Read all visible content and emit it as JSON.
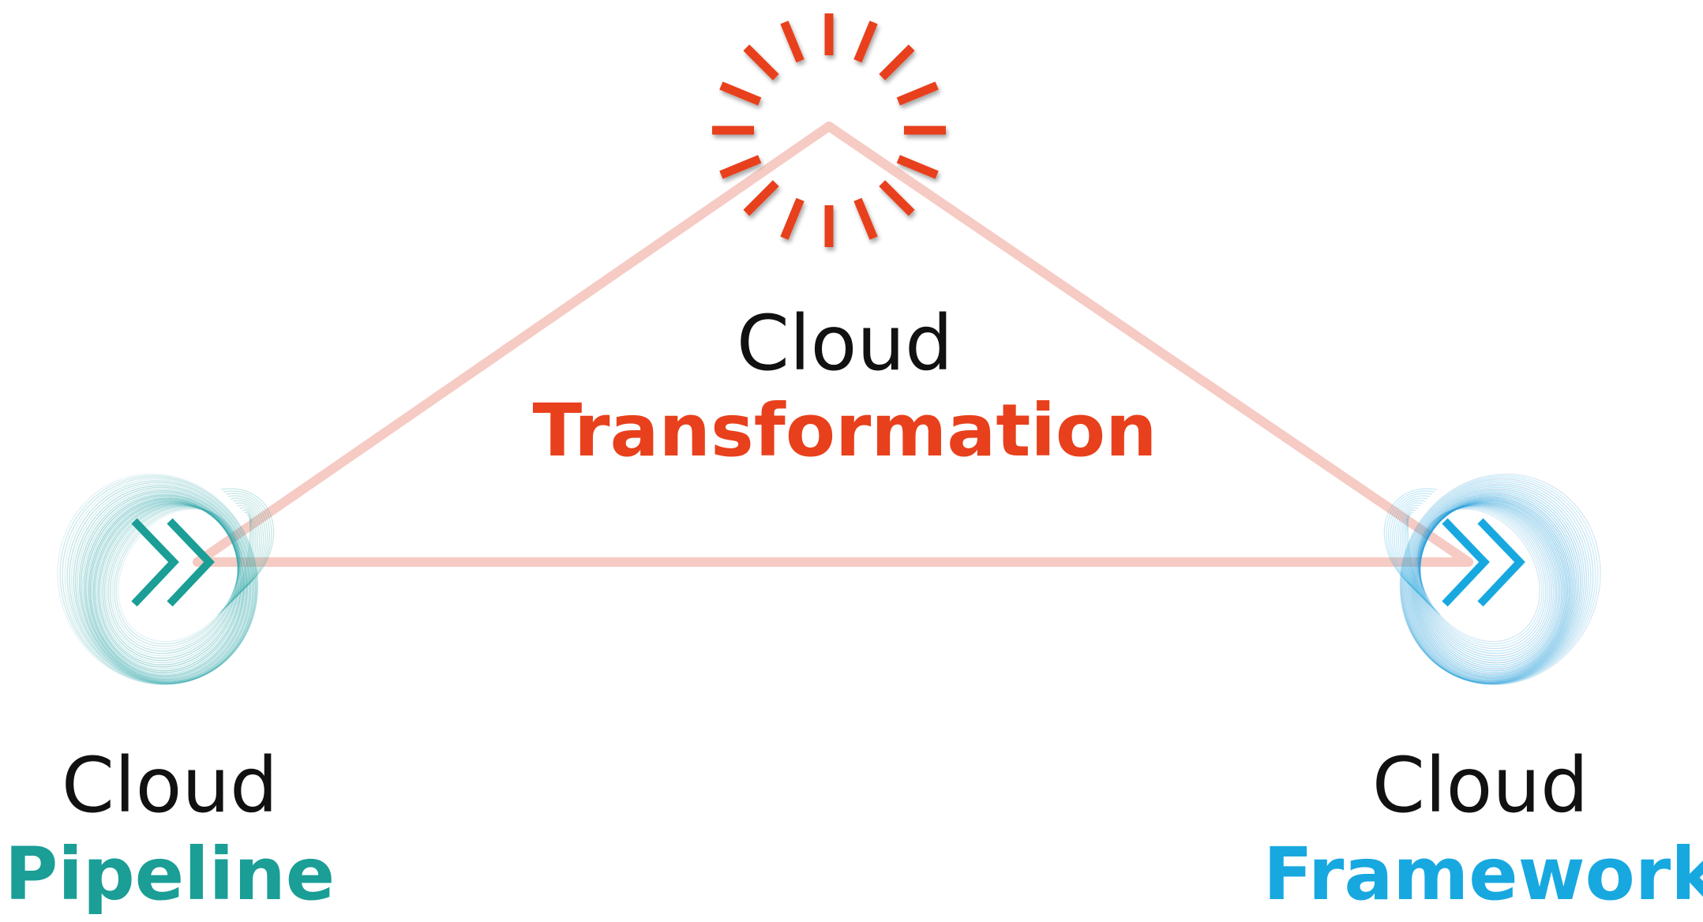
{
  "nodes": {
    "transformation": {
      "line1": "Cloud",
      "line2": "Transformation",
      "color": "#e8401c"
    },
    "pipeline": {
      "line1": "Cloud",
      "line2": "Pipeline",
      "color": "#1a9e96"
    },
    "framework": {
      "line1": "Cloud",
      "line2": "Framework",
      "color": "#18a8e0"
    }
  },
  "connector_color": "#f6cbc4",
  "icons": {
    "transformation": "sunburst-icon",
    "pipeline": "double-chevron-ribbon-icon",
    "framework": "double-chevron-ribbon-icon"
  }
}
